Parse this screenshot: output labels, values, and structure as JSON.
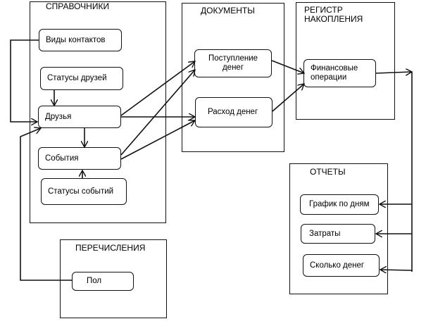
{
  "groups": {
    "reference": "СПРАВОЧНИКИ",
    "documents": "ДОКУМЕНТЫ",
    "register": "РЕГИСТР\nНАКОПЛЕНИЯ",
    "reports": "ОТЧЕТЫ",
    "enums": "ПЕРЕЧИСЛЕНИЯ"
  },
  "nodes": {
    "contact_types": "Виды контактов",
    "friend_statuses": "Статусы друзей",
    "friends": "Друзья",
    "events": "События",
    "event_statuses": "Статусы событий",
    "income": "Поступление\nденег",
    "expense": "Расход  денег",
    "fin_ops": "Финансовые\nоперации",
    "daily_chart": "График по дням",
    "costs": "Затраты",
    "how_much": "Сколько денег",
    "gender": "Пол"
  }
}
